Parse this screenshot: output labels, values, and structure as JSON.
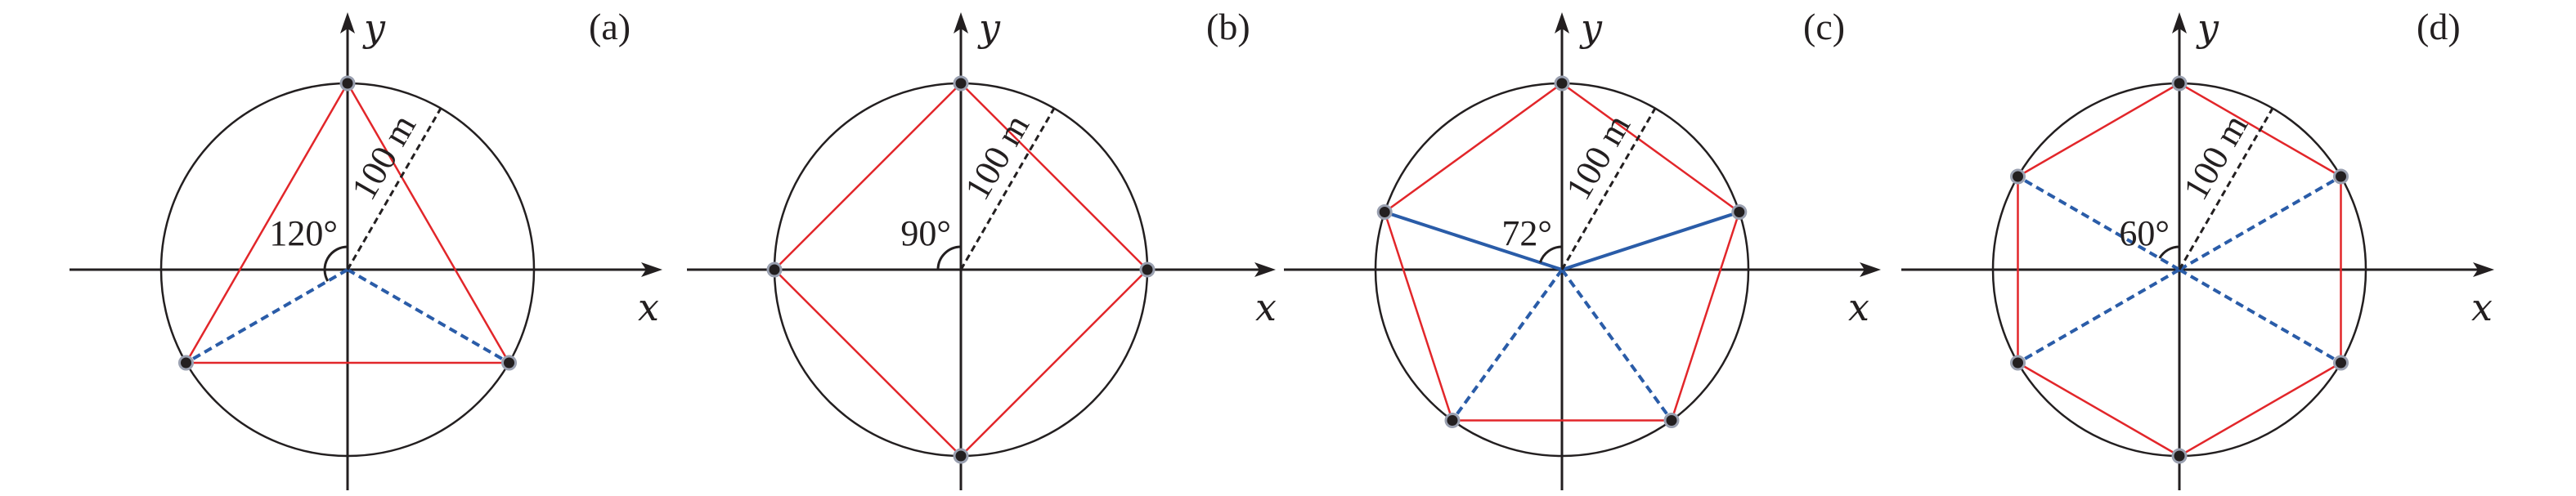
{
  "panels": [
    {
      "label": "(a)",
      "angle_label": "120°",
      "radius_label": "100 m",
      "x_label": "x",
      "y_label": "y",
      "n": 3,
      "rotation_deg": 90,
      "solid_radii": [],
      "dashed_radii": [
        1,
        2
      ]
    },
    {
      "label": "(b)",
      "angle_label": "90°",
      "radius_label": "100 m",
      "x_label": "x",
      "y_label": "y",
      "n": 4,
      "rotation_deg": 90,
      "solid_radii": [],
      "dashed_radii": []
    },
    {
      "label": "(c)",
      "angle_label": "72°",
      "radius_label": "100 m",
      "x_label": "x",
      "y_label": "y",
      "n": 5,
      "rotation_deg": 90,
      "solid_radii": [
        1,
        4
      ],
      "dashed_radii": [
        2,
        3
      ]
    },
    {
      "label": "(d)",
      "angle_label": "60°",
      "radius_label": "100 m",
      "x_label": "x",
      "y_label": "y",
      "n": 6,
      "rotation_deg": 90,
      "solid_radii": [],
      "dashed_radii": [
        1,
        2,
        4,
        5
      ]
    }
  ],
  "colors": {
    "polygon": "#e2262a",
    "radius": "#2a5ca8",
    "ink": "#231f20",
    "vertex_outline": "#9aa0b0"
  }
}
